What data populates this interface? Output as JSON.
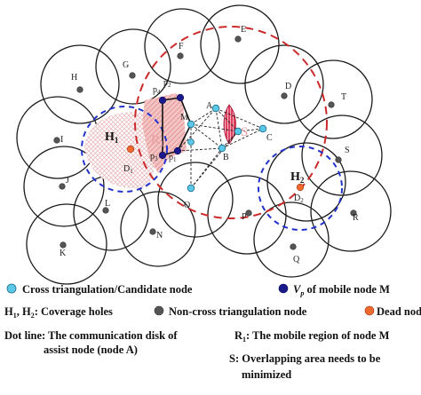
{
  "diagram": {
    "node_labels": {
      "E": "E",
      "F": "F",
      "G": "G",
      "H": "H",
      "D": "D",
      "T": "T",
      "I": "I",
      "A": "A",
      "M": "M",
      "C": "C",
      "B": "B",
      "S": "S",
      "J": "J",
      "L": "L",
      "O": "O",
      "N": "N",
      "P": "P",
      "R": "R",
      "Q": "Q",
      "K": "K",
      "p1": "p",
      "p2": "p",
      "p3": "p",
      "p4": "p",
      "p1_sub": "1",
      "p2_sub": "2",
      "p3_sub": "3",
      "p4_sub": "4"
    },
    "region_labels": {
      "H1": "H",
      "H1_sub": "1",
      "D1": "D",
      "D1_sub": "1",
      "R1": "R",
      "R1_sub": "1",
      "S": "S",
      "H2": "H",
      "H2_sub": "2",
      "D2": "D",
      "D2_sub": "2"
    },
    "colors": {
      "cross_node": "#5bc8e8",
      "vp_node": "#1a1a8c",
      "non_cross_node": "#555555",
      "dead_node": "#f06a30",
      "mobile_region_circle": "#cc2a2a",
      "hole_circle": "#2233cc",
      "overlap_fill": "#e03050",
      "r1_fill": "#f4b8b8"
    }
  },
  "legend": {
    "cross": "Cross triangulation/Candidate node",
    "vp_prefix": "V",
    "vp_sub": "p",
    "vp_suffix": " of mobile node M",
    "holes_h1": "H",
    "holes_sub1": "1",
    "holes_mid": ", H",
    "holes_sub2": "2",
    "holes_suffix": ": Coverage holes",
    "noncross": "Non-cross triangulation node",
    "dead": "Dead node",
    "dot_line_1": "Dot line: The communication disk of",
    "dot_line_2": "assist node (node A)",
    "r1_prefix": "R",
    "r1_sub": "1",
    "r1_suffix": ": The mobile region of node M",
    "s_line_1": "S: Overlapping area needs to be",
    "s_line_2": "minimized"
  }
}
